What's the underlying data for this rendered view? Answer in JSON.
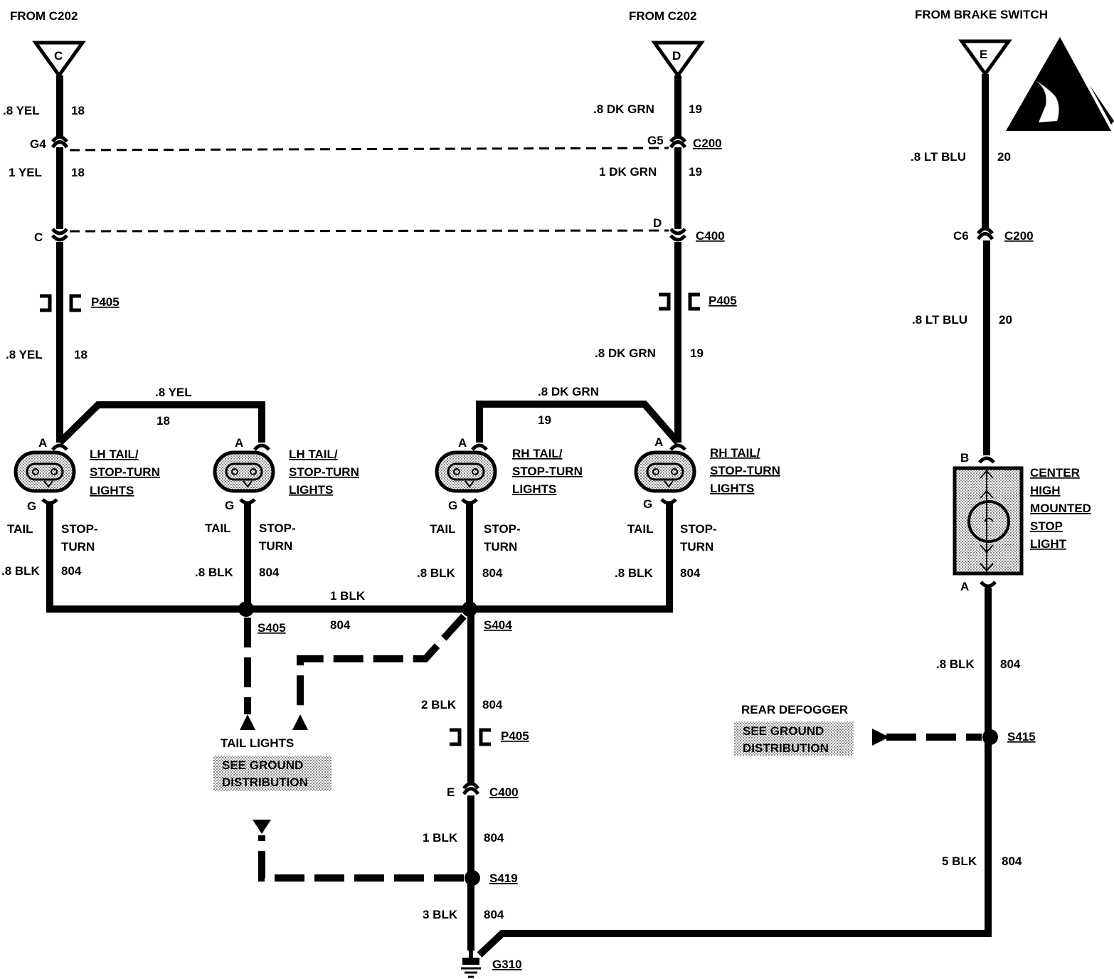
{
  "sources": {
    "c": {
      "from": "FROM C202",
      "letter": "C"
    },
    "d": {
      "from": "FROM C202",
      "letter": "D"
    },
    "e": {
      "from": "FROM BRAKE SWITCH",
      "letter": "E"
    }
  },
  "wires": {
    "c1": {
      "color": ".8 YEL",
      "circuit": "18"
    },
    "c2": {
      "color": "1 YEL",
      "circuit": "18"
    },
    "c3": {
      "color": ".8 YEL",
      "circuit": "18"
    },
    "c_branch": {
      "color": ".8 YEL",
      "circuit": "18"
    },
    "d1": {
      "color": ".8 DK GRN",
      "circuit": "19"
    },
    "d2": {
      "color": "1 DK GRN",
      "circuit": "19"
    },
    "d3": {
      "color": ".8 DK GRN",
      "circuit": "19"
    },
    "d_branch": {
      "color": ".8 DK GRN",
      "circuit": "19"
    },
    "e1": {
      "color": ".8 LT BLU",
      "circuit": "20"
    },
    "e2": {
      "color": ".8 LT BLU",
      "circuit": "20"
    },
    "lamp1_gnd": {
      "color": ".8 BLK",
      "circuit": "804"
    },
    "lamp2_gnd": {
      "color": ".8 BLK",
      "circuit": "804"
    },
    "lamp3_gnd": {
      "color": ".8 BLK",
      "circuit": "804"
    },
    "lamp4_gnd": {
      "color": ".8 BLK",
      "circuit": "804"
    },
    "bus": {
      "color": "1 BLK",
      "circuit": "804"
    },
    "g1": {
      "color": "2 BLK",
      "circuit": "804"
    },
    "g2": {
      "color": "1 BLK",
      "circuit": "804"
    },
    "g3": {
      "color": "3 BLK",
      "circuit": "804"
    },
    "chmsl_gnd": {
      "color": ".8 BLK",
      "circuit": "804"
    },
    "chmsl_gnd2": {
      "color": "5 BLK",
      "circuit": "804"
    }
  },
  "connectors": {
    "g4": "G4",
    "c_pin": "C",
    "g5": "G5",
    "c200_1": "C200",
    "d_pin": "D",
    "c400_1": "C400",
    "p405": "P405",
    "c6": "C6",
    "c200_2": "C200",
    "e_pin": "E",
    "c400_2": "C400",
    "pin_a": "A",
    "pin_g": "G",
    "pin_b": "B"
  },
  "lamps": {
    "lh1": {
      "line1": "LH TAIL/",
      "line2": "STOP-TURN",
      "line3": "LIGHTS"
    },
    "lh2": {
      "line1": "LH TAIL/",
      "line2": "STOP-TURN",
      "line3": "LIGHTS"
    },
    "rh1": {
      "line1": "RH TAIL/",
      "line2": "STOP-TURN",
      "line3": "LIGHTS"
    },
    "rh2": {
      "line1": "RH TAIL/",
      "line2": "STOP-TURN",
      "line3": "LIGHTS"
    },
    "function_tail": "TAIL",
    "function_stop1": "STOP-",
    "function_stop2": "TURN"
  },
  "chmsl": {
    "line1": "CENTER",
    "line2": "HIGH",
    "line3": "MOUNTED",
    "line4": "STOP",
    "line5": "LIGHT"
  },
  "splices": {
    "s405": "S405",
    "s404": "S404",
    "s419": "S419",
    "s415": "S415"
  },
  "ground": {
    "g310": "G310"
  },
  "refs": {
    "tail_lights": {
      "title": "TAIL LIGHTS",
      "line1": "SEE GROUND",
      "line2": "DISTRIBUTION"
    },
    "rear_defogger": {
      "title": "REAR DEFOGGER",
      "line1": "SEE GROUND",
      "line2": "DISTRIBUTION"
    }
  },
  "esd_symbol": "esd-warning-icon"
}
